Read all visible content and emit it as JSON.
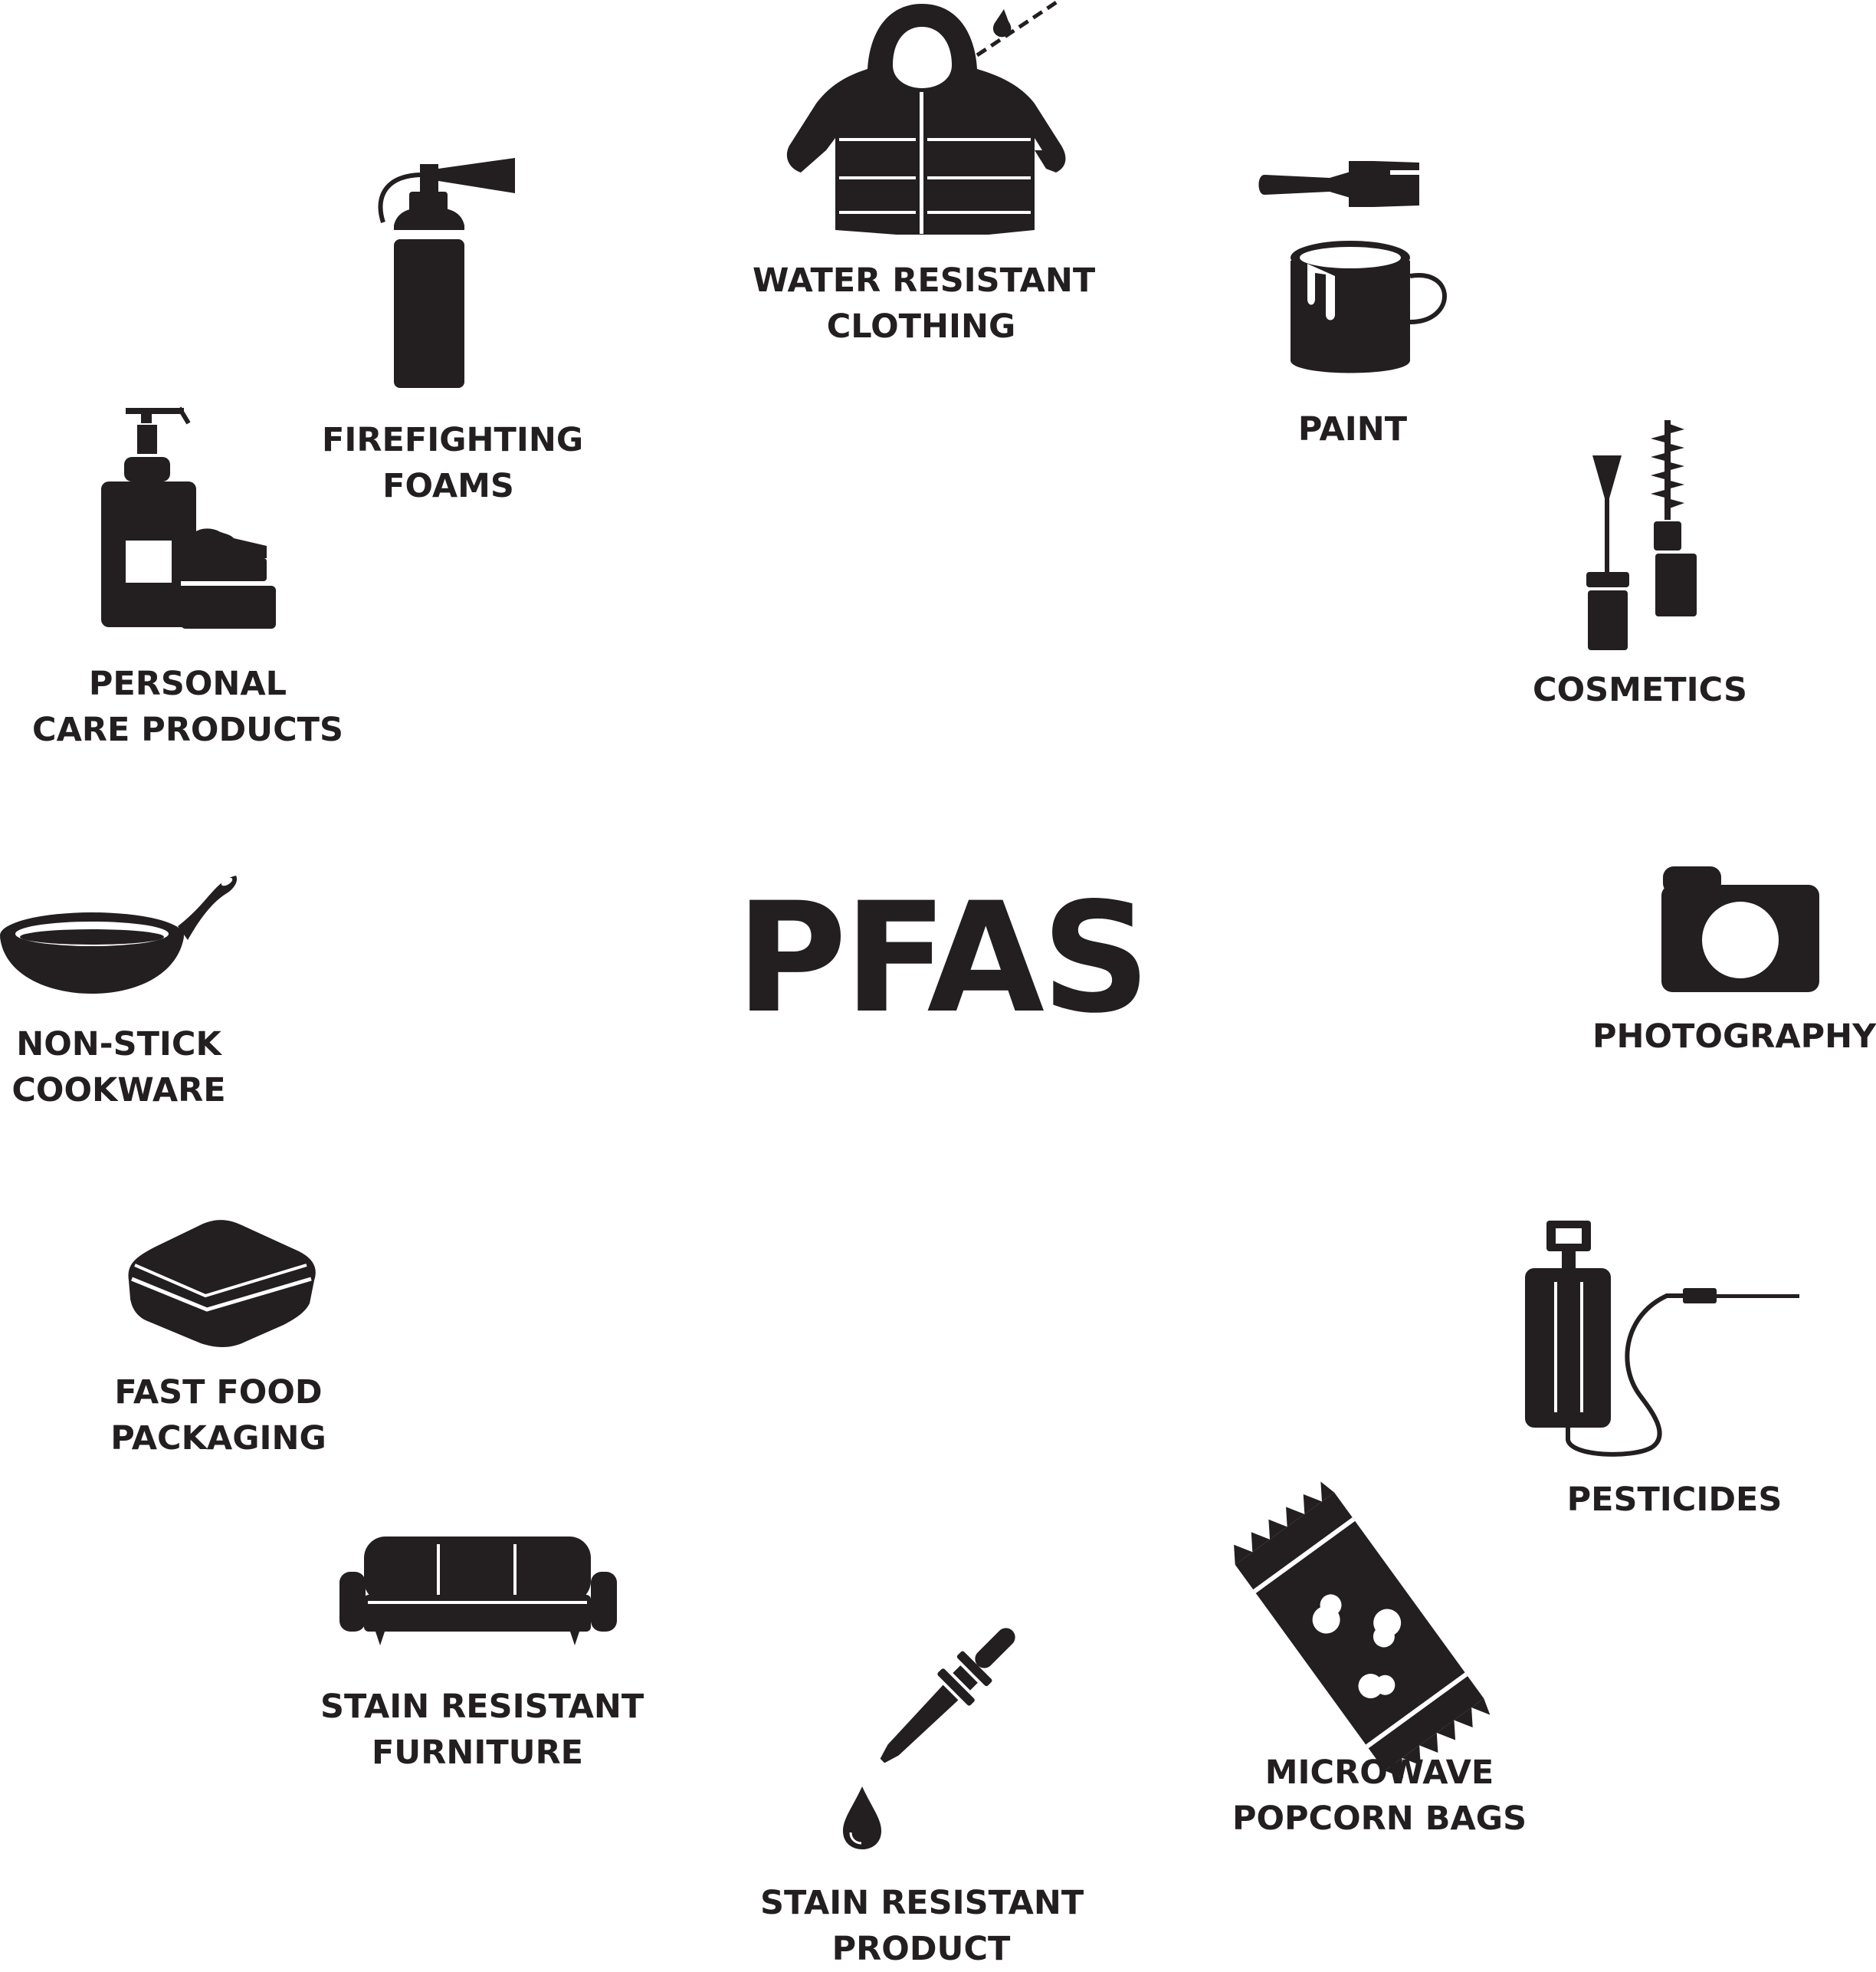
{
  "title": "PFAS",
  "colors": {
    "ink": "#231f20",
    "background": "#ffffff"
  },
  "items": [
    {
      "icon": "jacket-icon",
      "line1": "WATER RESISTANT",
      "line2": "CLOTHING"
    },
    {
      "icon": "paint-bucket-icon",
      "line1": "PAINT",
      "line2": ""
    },
    {
      "icon": "mascara-icon",
      "line1": "COSMETICS",
      "line2": ""
    },
    {
      "icon": "camera-icon",
      "line1": "PHOTOGRAPHY",
      "line2": ""
    },
    {
      "icon": "sprayer-icon",
      "line1": "PESTICIDES",
      "line2": ""
    },
    {
      "icon": "popcorn-bag-icon",
      "line1": "MICROWAVE",
      "line2": "POPCORN BAGS"
    },
    {
      "icon": "dropper-icon",
      "line1": "STAIN RESISTANT",
      "line2": "PRODUCT"
    },
    {
      "icon": "sofa-icon",
      "line1": "STAIN RESISTANT",
      "line2": "FURNITURE"
    },
    {
      "icon": "food-box-icon",
      "line1": "FAST FOOD",
      "line2": "PACKAGING"
    },
    {
      "icon": "frying-pan-icon",
      "line1": "NON-STICK",
      "line2": "COOKWARE"
    },
    {
      "icon": "lotion-bottle-icon",
      "line1": "PERSONAL",
      "line2": "CARE PRODUCTS"
    },
    {
      "icon": "fire-extinguisher-icon",
      "line1": "FIREFIGHTING",
      "line2": "FOAMS"
    }
  ]
}
